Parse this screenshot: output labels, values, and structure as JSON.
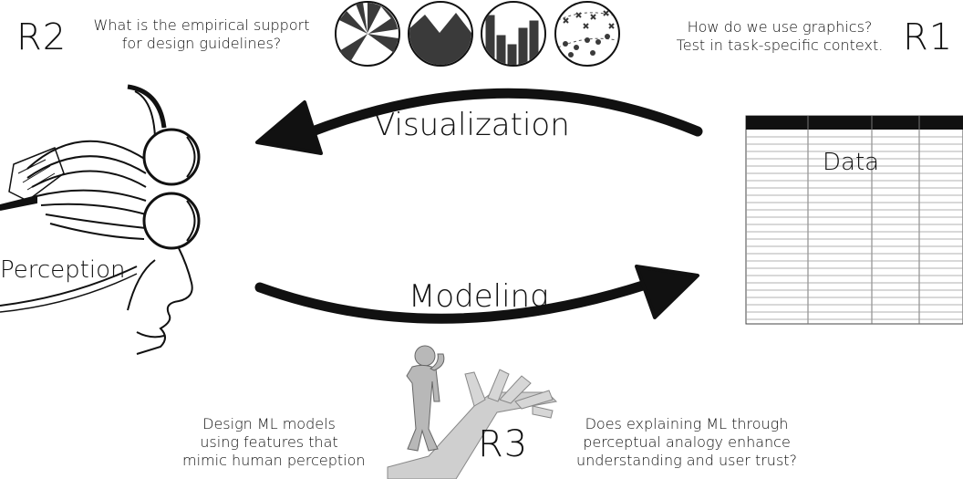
{
  "labels": {
    "r1": "R1",
    "r2": "R2",
    "r3": "R3",
    "visualization": "Visualization",
    "modeling": "Modeling",
    "perception": "Perception",
    "data": "Data"
  },
  "notes": {
    "r2_question": [
      "What is the empirical support",
      "for design guidelines?"
    ],
    "r1_question": [
      "How do we use graphics?",
      "Test in task-specific context."
    ],
    "r3_left": [
      "Design ML models",
      "using features that",
      "mimic human perception"
    ],
    "r3_right": [
      "Does explaining ML through",
      "perceptual analogy enhance",
      "understanding and user trust?"
    ]
  },
  "icons": [
    "pie-chart-icon",
    "area-chart-icon",
    "bar-chart-icon",
    "scatter-plot-icon"
  ],
  "colors": {
    "ink": "#111111",
    "figure_gray": "#c8c8c8",
    "chart_fill": "#3a3a3a"
  }
}
